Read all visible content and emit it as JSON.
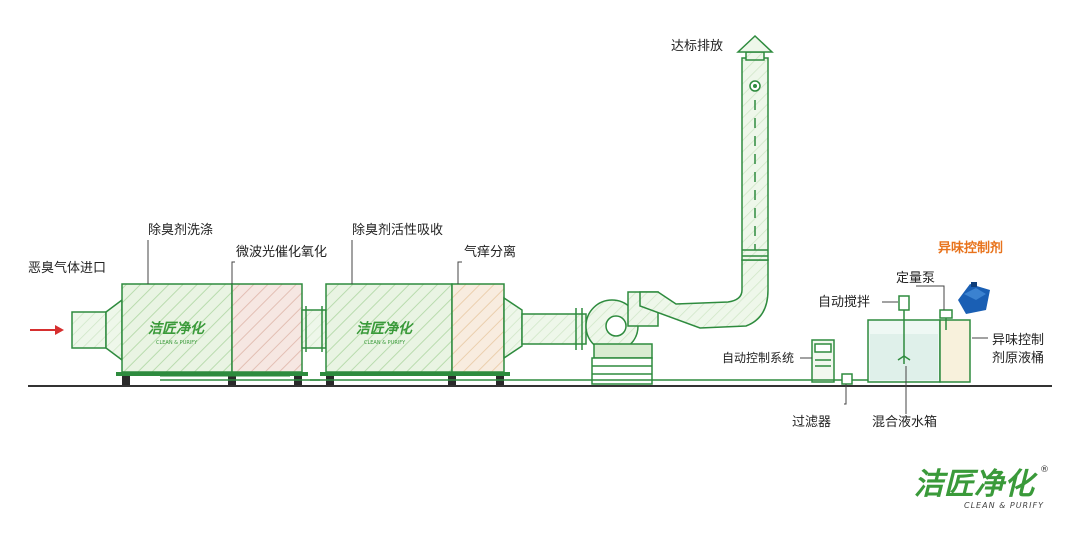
{
  "labels": {
    "inlet": "恶臭气体进口",
    "wash": "除臭剂洗涤",
    "microwave": "微波光催化氧化",
    "adsorb": "除臭剂活性吸收",
    "separate": "气痒分离",
    "discharge": "达标排放",
    "agent": "异味控制剂",
    "pump": "定量泵",
    "stir": "自动搅拌",
    "control": "自动控制系统",
    "barrel_line1": "异味控制",
    "barrel_line2": "剂原液桶",
    "filter": "过滤器",
    "tank": "混合液水箱"
  },
  "logo": {
    "mark": "洁匠净化",
    "sub": "CLEAN & PURIFY",
    "registered": "®"
  },
  "colors": {
    "outline": "#2e8b3e",
    "accent": "#e8731c",
    "arrow": "#d62f2f",
    "logo_green": "#3a9a3a",
    "logo_orange": "#e8731c",
    "barrel_blue": "#1a5fb4"
  }
}
